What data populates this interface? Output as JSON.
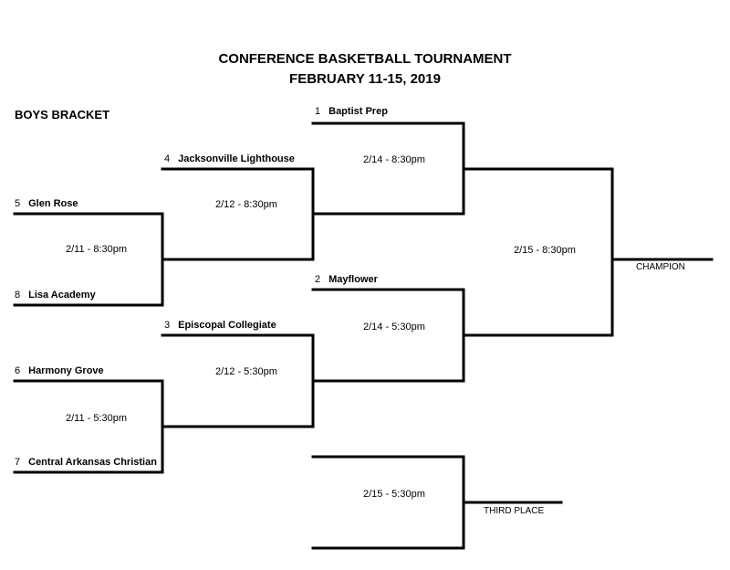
{
  "header": {
    "title": "CONFERENCE BASKETBALL TOURNAMENT",
    "dates": "FEBRUARY 11-15, 2019",
    "bracket": "BOYS BRACKET"
  },
  "teams": [
    {
      "seed": "1",
      "name": "Baptist Prep"
    },
    {
      "seed": "4",
      "name": "Jacksonville Lighthouse"
    },
    {
      "seed": "5",
      "name": "Glen Rose"
    },
    {
      "seed": "8",
      "name": "Lisa Academy"
    },
    {
      "seed": "2",
      "name": "Mayflower"
    },
    {
      "seed": "3",
      "name": "Episcopal Collegiate"
    },
    {
      "seed": "6",
      "name": "Harmony Grove"
    },
    {
      "seed": "7",
      "name": "Central Arkansas Christian"
    }
  ],
  "games": {
    "r1_top": "2/11 - 8:30pm",
    "r2_top": "2/12 - 8:30pm",
    "semi_top": "2/14 - 8:30pm",
    "final": "2/15 - 8:30pm",
    "semi_bottom": "2/14 - 5:30pm",
    "r2_bottom": "2/12 - 5:30pm",
    "r1_bottom": "2/11 - 5:30pm",
    "third": "2/15 - 5:30pm"
  },
  "results": {
    "champion": "CHAMPION",
    "third_place": "THIRD PLACE"
  }
}
